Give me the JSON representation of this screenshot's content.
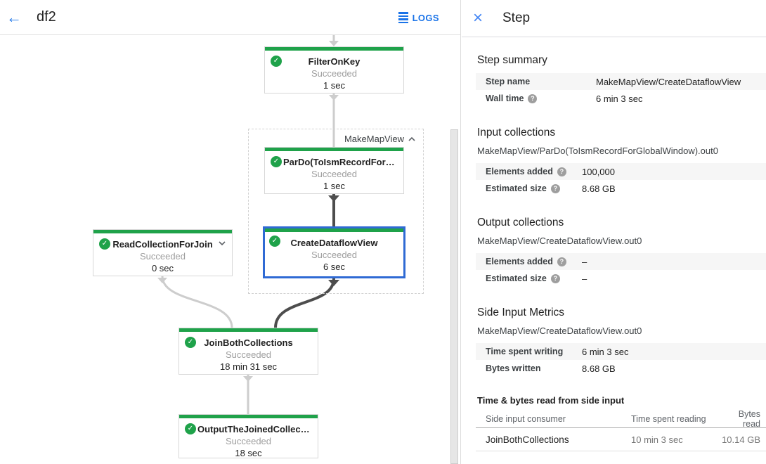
{
  "header": {
    "title": "df2",
    "logs_label": "LOGS"
  },
  "panel": {
    "title": "Step"
  },
  "graph": {
    "group_label": "MakeMapView",
    "nodes": [
      {
        "title": "FilterOnKey",
        "status": "Succeeded",
        "time": "1 sec"
      },
      {
        "title": "ParDo(ToIsmRecordFor…",
        "status": "Succeeded",
        "time": "1 sec"
      },
      {
        "title": "CreateDataflowView",
        "status": "Succeeded",
        "time": "6 sec",
        "selected": true
      },
      {
        "title": "ReadCollectionForJoin",
        "status": "Succeeded",
        "time": "0 sec"
      },
      {
        "title": "JoinBothCollections",
        "status": "Succeeded",
        "time": "18 min 31 sec"
      },
      {
        "title": "OutputTheJoinedCollec…",
        "status": "Succeeded",
        "time": "18 sec"
      }
    ]
  },
  "step_summary": {
    "heading": "Step summary",
    "rows": [
      {
        "label": "Step name",
        "value": "MakeMapView/CreateDataflowView"
      },
      {
        "label": "Wall time",
        "value": "6 min 3 sec"
      }
    ]
  },
  "input_collections": {
    "heading": "Input collections",
    "name": "MakeMapView/ParDo(ToIsmRecordForGlobalWindow).out0",
    "rows": [
      {
        "label": "Elements added",
        "value": "100,000"
      },
      {
        "label": "Estimated size",
        "value": "8.68 GB"
      }
    ]
  },
  "output_collections": {
    "heading": "Output collections",
    "name": "MakeMapView/CreateDataflowView.out0",
    "rows": [
      {
        "label": "Elements added",
        "value": "–"
      },
      {
        "label": "Estimated size",
        "value": "–"
      }
    ]
  },
  "side_input_metrics": {
    "heading": "Side Input Metrics",
    "name": "MakeMapView/CreateDataflowView.out0",
    "rows": [
      {
        "label": "Time spent writing",
        "value": "6 min 3 sec"
      },
      {
        "label": "Bytes written",
        "value": "8.68 GB"
      }
    ]
  },
  "side_input_table": {
    "heading": "Time & bytes read from side input",
    "columns": [
      "Side input consumer",
      "Time spent reading",
      "Bytes read"
    ],
    "rows": [
      [
        "JoinBothCollections",
        "10 min 3 sec",
        "10.14 GB"
      ]
    ]
  },
  "colors": {
    "accent_blue": "#1a73e8",
    "close_blue": "#4285f4",
    "success_green": "#1fa24a",
    "selected_border": "#2f6ad4",
    "edge_light": "#cdcdcd",
    "edge_dark": "#4d4d4d"
  }
}
